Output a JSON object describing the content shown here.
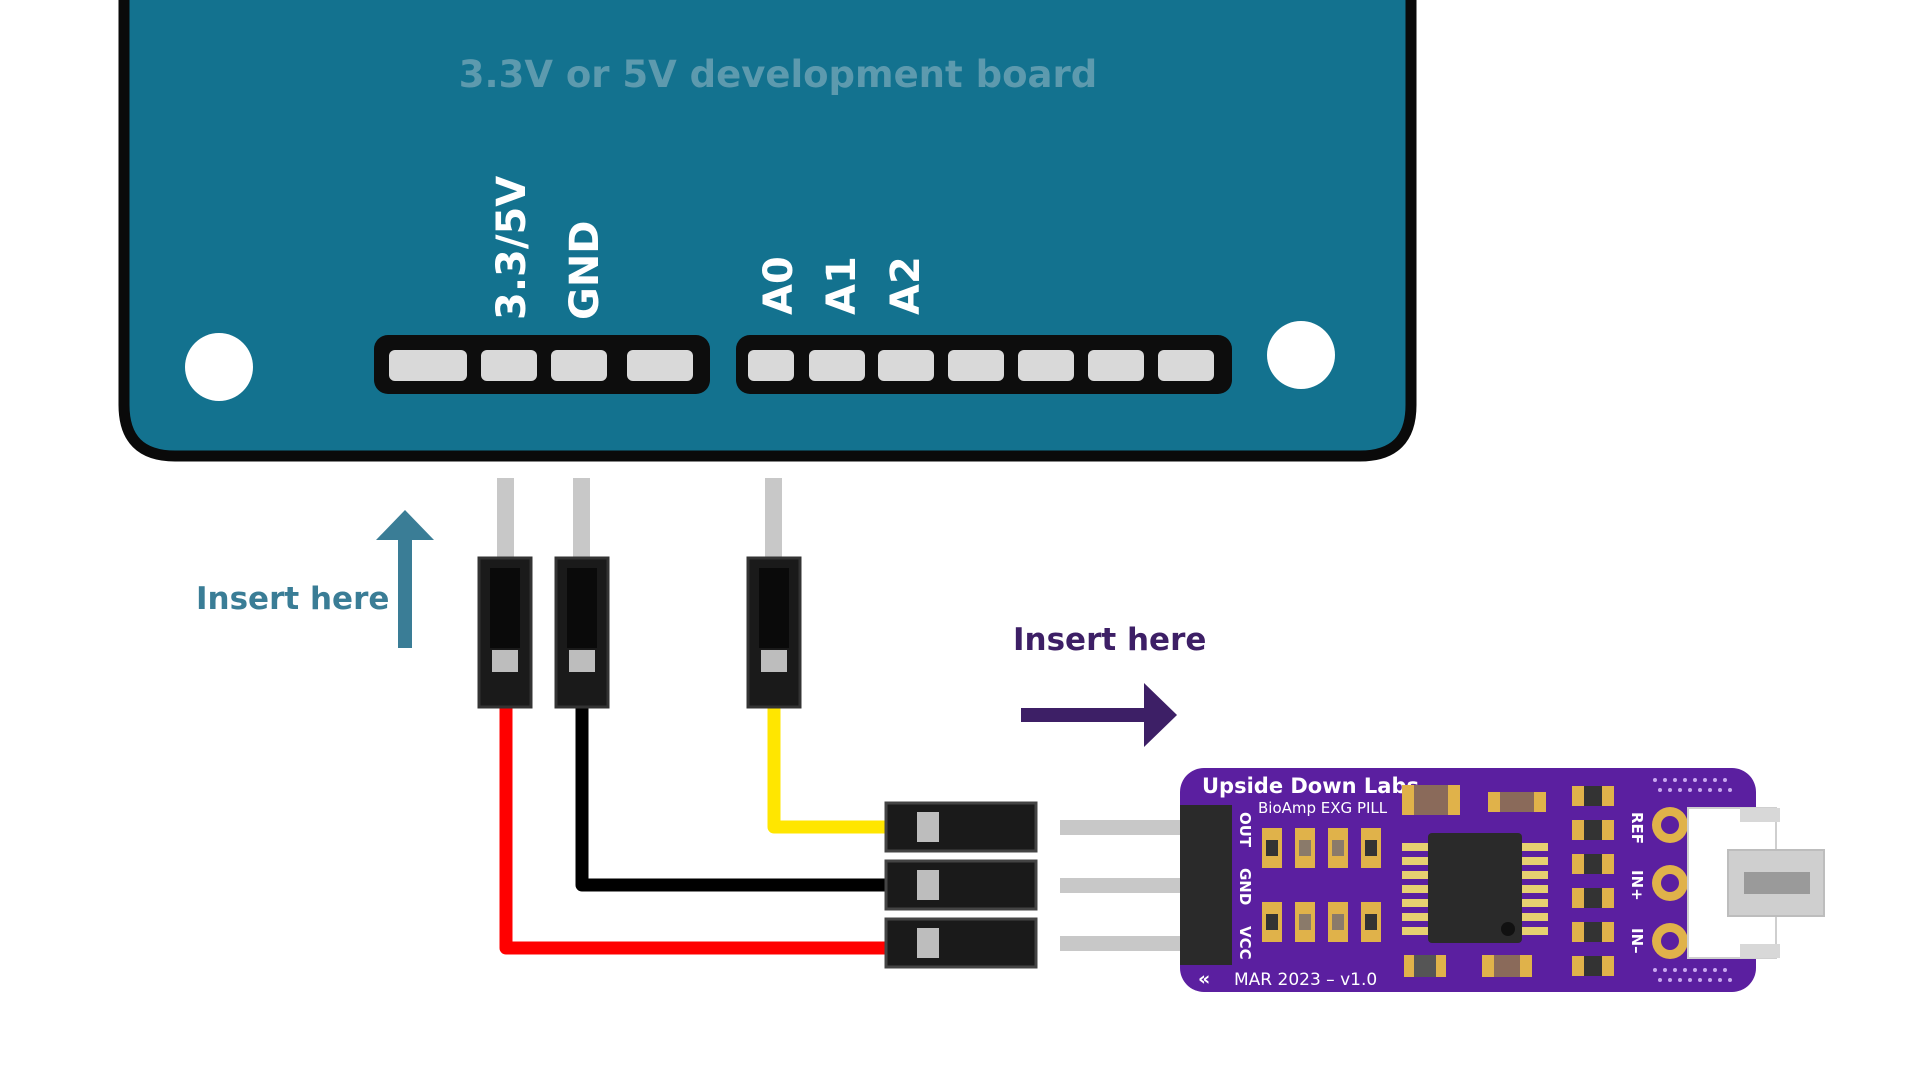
{
  "board": {
    "title": "3.3V or 5V development board",
    "color": "#13728f",
    "title_color": "#5d9aae",
    "pin_labels": {
      "power": "3.3/5V",
      "ground": "GND",
      "a0": "A0",
      "a1": "A1",
      "a2": "A2"
    }
  },
  "instructions": {
    "board_insert": "Insert here",
    "pill_insert": "Insert here",
    "board_arrow_color": "#3a7d96",
    "pill_arrow_color": "#3d1f66"
  },
  "wires": {
    "power_color": "#ff0000",
    "ground_color": "#000000",
    "signal_color": "#ffe600"
  },
  "module": {
    "brand": "Upside Down Labs",
    "product": "BioAmp EXG PILL",
    "revision": "MAR 2023 – v1.0",
    "color": "#5b1fa0",
    "header_pins": [
      "OUT",
      "GND",
      "VCC"
    ],
    "electrode_pins": [
      "REF",
      "IN+",
      "IN–"
    ]
  }
}
